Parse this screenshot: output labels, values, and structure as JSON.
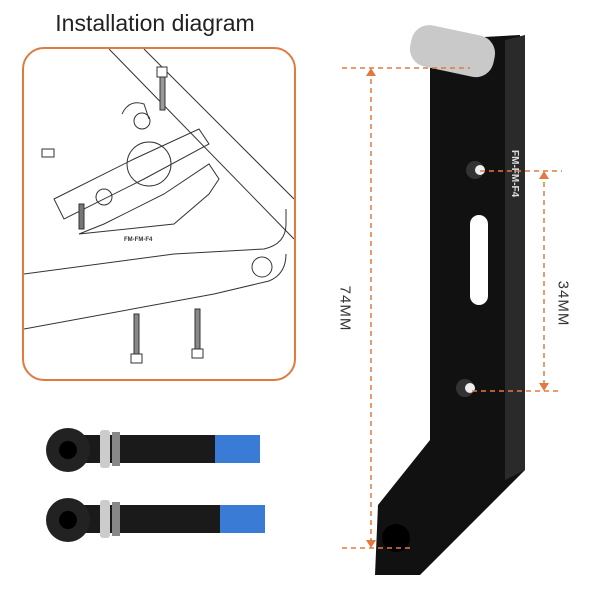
{
  "title": "Installation diagram",
  "diagram_label": "FM-FM-F4",
  "bracket_engraving": "FM-FM-F4",
  "dimensions": {
    "total": "74MM",
    "holes": "34MM"
  },
  "colors": {
    "accent": "#e07a3f",
    "bracket": "#111111",
    "bolt_thread_lock": "#3a7bd5"
  }
}
